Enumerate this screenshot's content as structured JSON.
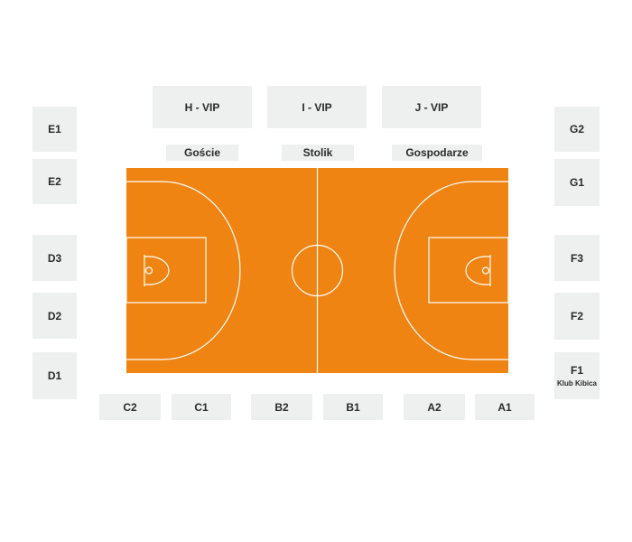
{
  "colors": {
    "court": "#ef8412",
    "lines": "#ffffff",
    "sector_bg": "#edf0ee",
    "text": "#2a2a2a"
  },
  "vip": {
    "h": "H - VIP",
    "i": "I - VIP",
    "j": "J - VIP"
  },
  "benches": {
    "guests": "Goście",
    "table": "Stolik",
    "hosts": "Gospodarze"
  },
  "left_sectors": {
    "e1": "E1",
    "e2": "E2",
    "d3": "D3",
    "d2": "D2",
    "d1": "D1"
  },
  "right_sectors": {
    "g2": "G2",
    "g1": "G1",
    "f3": "F3",
    "f2": "F2",
    "f1": "F1",
    "f1_sub": "Klub Kibica"
  },
  "bottom_sectors": {
    "c2": "C2",
    "c1": "C1",
    "b2": "B2",
    "b1": "B1",
    "a2": "A2",
    "a1": "A1"
  }
}
